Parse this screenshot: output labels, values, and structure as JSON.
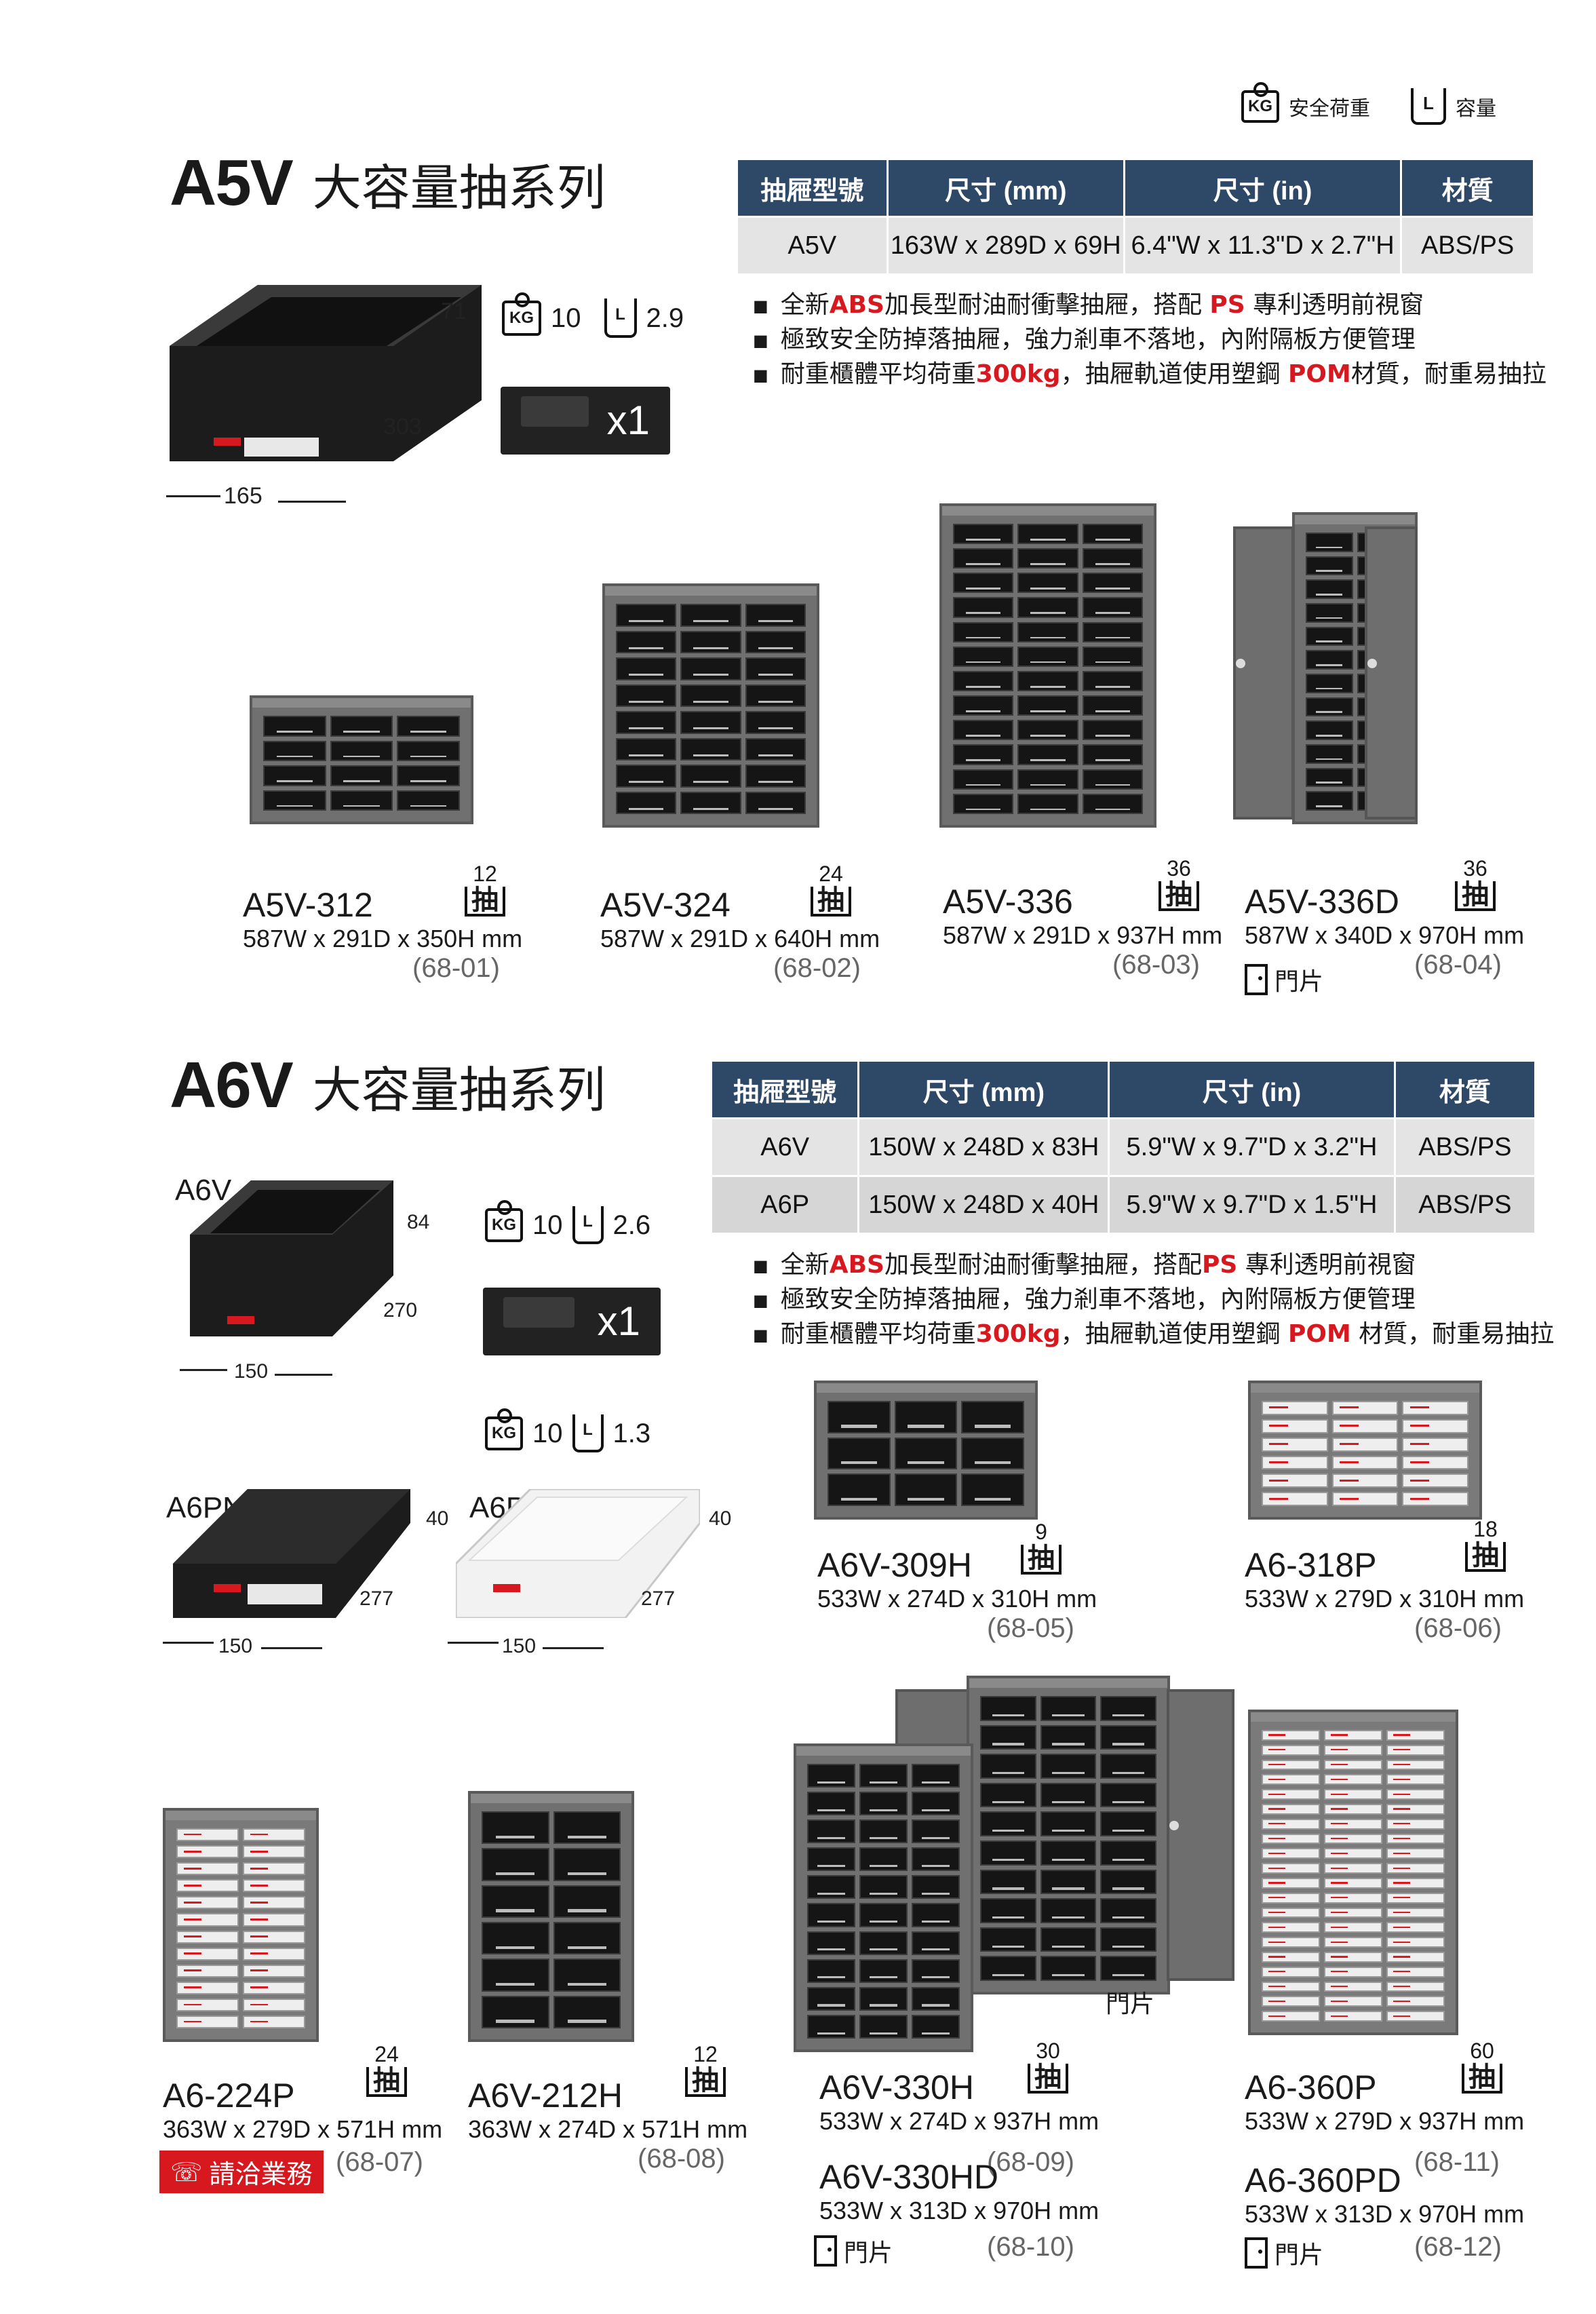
{
  "legend": {
    "kg_icon": "KG",
    "kg_label": "安全荷重",
    "l_icon": "L",
    "l_label": "容量"
  },
  "a5v": {
    "code": "A5V",
    "name": "大容量抽系列",
    "table": {
      "headers": [
        "抽屜型號",
        "尺寸 (mm)",
        "尺寸 (in)",
        "材質"
      ],
      "rows": [
        [
          "A5V",
          "163W x 289D x 69H",
          "6.4\"W x 11.3\"D x 2.7\"H",
          "ABS/PS"
        ]
      ]
    },
    "bullets": [
      {
        "pre": "全新",
        "hl": "ABS",
        "mid": "加長型耐油耐衝擊抽屜，搭配 ",
        "hl2": "PS",
        "post": " 專利透明前視窗"
      },
      {
        "pre": "極致安全防掉落抽屜，強力剎車不落地，內附隔板方便管理",
        "hl": "",
        "mid": "",
        "hl2": "",
        "post": ""
      },
      {
        "pre": "耐重櫃體平均荷重",
        "hl": "300kg",
        "mid": "，抽屜軌道使用塑鋼 ",
        "hl2": "POM",
        "post": "材質，耐重易抽拉"
      }
    ],
    "drawer": {
      "h": "71",
      "d": "303",
      "w": "165",
      "kg": "10",
      "l": "2.9",
      "divider_qty": "x1"
    },
    "products": [
      {
        "model": "A5V-312",
        "size": "587W x 291D x 350H mm",
        "count": "12",
        "unit": "抽",
        "ref": "(68-01)"
      },
      {
        "model": "A5V-324",
        "size": "587W x 291D x 640H mm",
        "count": "24",
        "unit": "抽",
        "ref": "(68-02)"
      },
      {
        "model": "A5V-336",
        "size": "587W x 291D x 937H mm",
        "count": "36",
        "unit": "抽",
        "ref": "(68-03)"
      },
      {
        "model": "A5V-336D",
        "size": "587W x 340D x 970H mm",
        "count": "36",
        "unit": "抽",
        "ref": "(68-04)",
        "door": "門片"
      }
    ]
  },
  "a6v": {
    "code": "A6V",
    "name": "大容量抽系列",
    "table": {
      "headers": [
        "抽屜型號",
        "尺寸 (mm)",
        "尺寸 (in)",
        "材質"
      ],
      "rows": [
        [
          "A6V",
          "150W x 248D x 83H",
          "5.9\"W x 9.7\"D x 3.2\"H",
          "ABS/PS"
        ],
        [
          "A6P",
          "150W x 248D x 40H",
          "5.9\"W x 9.7\"D x 1.5\"H",
          "ABS/PS"
        ]
      ]
    },
    "bullets": [
      {
        "pre": "全新",
        "hl": "ABS",
        "mid": "加長型耐油耐衝擊抽屜，搭配",
        "hl2": "PS",
        "post": " 專利透明前視窗"
      },
      {
        "pre": "極致安全防掉落抽屜，強力剎車不落地，內附隔板方便管理",
        "hl": "",
        "mid": "",
        "hl2": "",
        "post": ""
      },
      {
        "pre": "耐重櫃體平均荷重",
        "hl": "300kg",
        "mid": "，抽屜軌道使用塑鋼 ",
        "hl2": "POM",
        "post": " 材質，耐重易抽拉"
      }
    ],
    "drawer_a6v": {
      "label": "A6V",
      "h": "84",
      "d": "270",
      "w": "150",
      "kg": "10",
      "l": "2.6",
      "divider_qty": "x1"
    },
    "drawer_small": {
      "kg": "10",
      "l": "1.3"
    },
    "drawer_a6pn": {
      "label": "A6PN",
      "h": "40",
      "d": "277",
      "w": "150"
    },
    "drawer_a6p": {
      "label": "A6P",
      "h": "40",
      "d": "277",
      "w": "150"
    },
    "products": [
      {
        "model": "A6V-309H",
        "size": "533W x 274D x 310H mm",
        "count": "9",
        "unit": "抽",
        "ref": "(68-05)"
      },
      {
        "model": "A6-318P",
        "size": "533W x 279D x 310H mm",
        "count": "18",
        "unit": "抽",
        "ref": "(68-06)"
      },
      {
        "model": "A6-224P",
        "size": "363W x 279D x 571H mm",
        "count": "24",
        "unit": "抽",
        "ref": "(68-07)",
        "contact": "請洽業務"
      },
      {
        "model": "A6V-212H",
        "size": "363W x 274D x 571H mm",
        "count": "12",
        "unit": "抽",
        "ref": "(68-08)"
      },
      {
        "model": "A6V-330H",
        "size": "533W x 274D x 937H mm",
        "count": "30",
        "unit": "抽",
        "ref": "(68-09)"
      },
      {
        "model": "A6V-330HD",
        "size": "533W x 313D x 970H mm",
        "ref": "(68-10)",
        "door": "門片"
      },
      {
        "model": "A6-360P",
        "size": "533W x 279D x 937H mm",
        "count": "60",
        "unit": "抽",
        "ref": "(68-11)"
      },
      {
        "model": "A6-360PD",
        "size": "533W x 313D x 970H mm",
        "ref": "(68-12)",
        "door": "門片"
      }
    ],
    "door_caption": "門片"
  }
}
